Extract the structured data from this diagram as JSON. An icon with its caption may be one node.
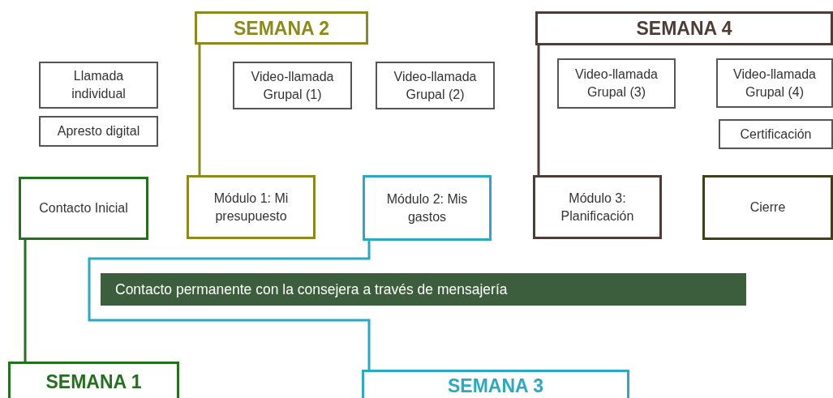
{
  "diagram": {
    "nodes": [
      {
        "text": [
          "SEMANA 2"
        ]
      },
      {
        "text": [
          "Llamada individual"
        ]
      },
      {
        "text": [
          "Apresto digital"
        ]
      },
      {
        "text": [
          "Video-llamada Grupal (1)"
        ]
      },
      {
        "text": [
          "Video-llamada Grupal (2)"
        ]
      },
      {
        "text": [
          "SEMANA 4"
        ]
      },
      {
        "text": [
          "Video-llamada Grupal (3)"
        ]
      },
      {
        "text": [
          "Video-llamada Grupal (4)"
        ]
      },
      {
        "text": [
          "Certificación"
        ]
      },
      {
        "text": [
          "Contacto Inicial"
        ]
      },
      {
        "text": [
          "Módulo 1: Mi presupuesto"
        ]
      },
      {
        "text": [
          "Módulo 2: Mis gastos"
        ]
      },
      {
        "text": [
          "Módulo 3: Planificación"
        ]
      },
      {
        "text": [
          "Cierre"
        ]
      },
      {
        "text": [
          "Contacto permanente con la consejera a través de mensajería"
        ]
      },
      {
        "text": [
          "SEMANA 1"
        ]
      },
      {
        "text": [
          "SEMANA 3"
        ]
      }
    ],
    "edges": [
      {
        "from": 0,
        "to": 10,
        "arrow": "none",
        "color": "#8c8a1c"
      },
      {
        "from": 5,
        "to": 12,
        "arrow": "none",
        "color": "#4f3c37"
      },
      {
        "from": 9,
        "to": 15,
        "arrow": "none",
        "color": "#23701f"
      },
      {
        "from": 11,
        "to": 16,
        "arrow": "none",
        "color": "#2aaac2"
      }
    ]
  }
}
